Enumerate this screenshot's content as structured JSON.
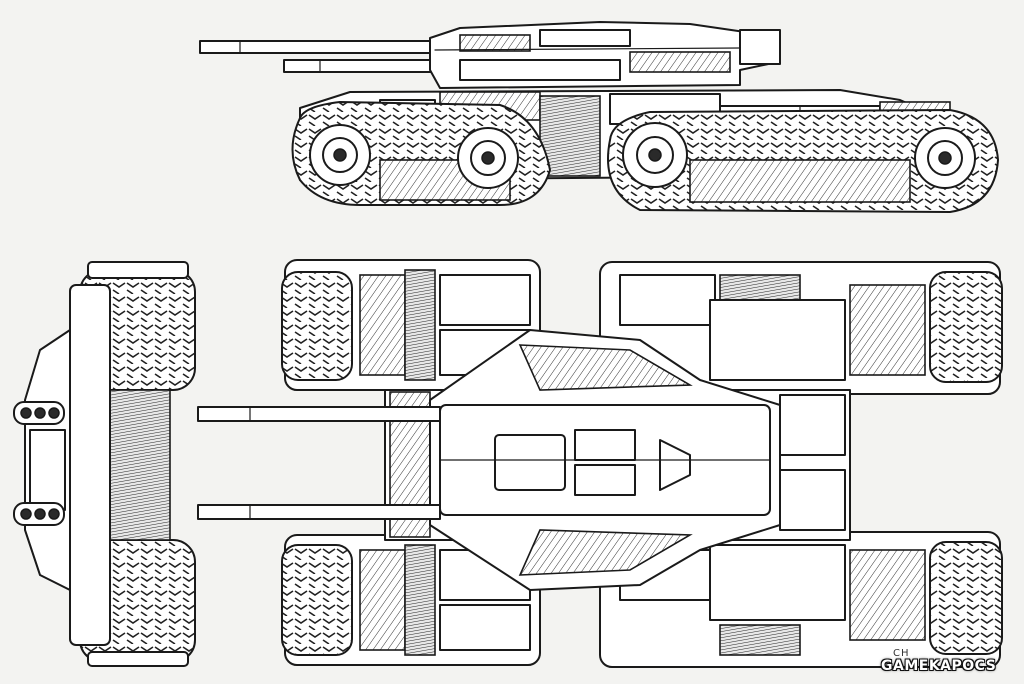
{
  "sketch": {
    "signature": "CH",
    "watermark": "GAMEKAPOCS"
  },
  "colors": {
    "paper": "#f3f3f1",
    "ink": "#1a1a1a"
  },
  "views": [
    "side-view",
    "front-view",
    "top-view"
  ]
}
